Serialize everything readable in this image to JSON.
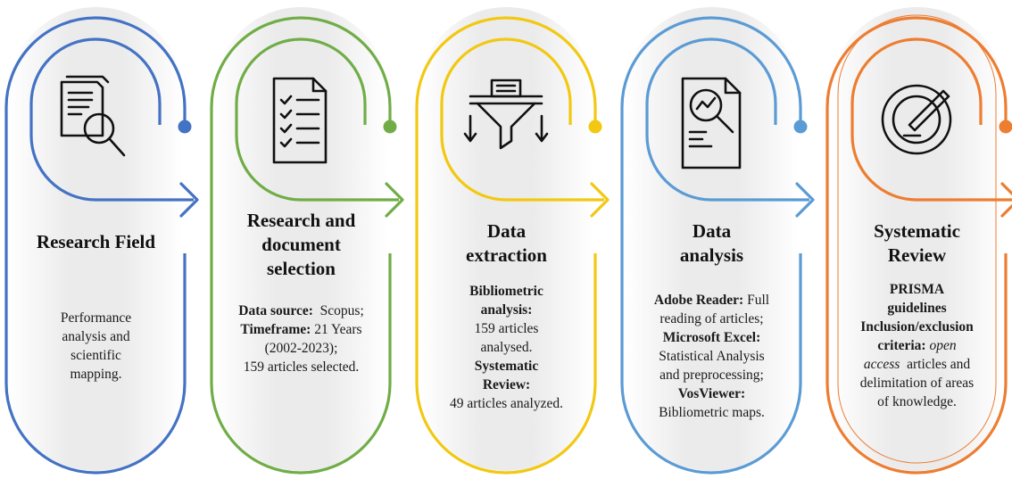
{
  "steps": [
    {
      "id": "research-field",
      "color": "#4472C4",
      "icon": "document-magnifier-icon",
      "title": [
        "Research Field"
      ],
      "desc": [
        [
          {
            "t": "Performance"
          }
        ],
        [
          {
            "t": "analysis and"
          }
        ],
        [
          {
            "t": "scientific"
          }
        ],
        [
          {
            "t": "mapping."
          }
        ]
      ]
    },
    {
      "id": "document-selection",
      "color": "#70AD47",
      "icon": "checklist-icon",
      "title": [
        "Research and",
        "document",
        "selection"
      ],
      "desc": [
        [
          {
            "t": "Data source:",
            "b": true
          },
          {
            "t": "  Scopus;"
          }
        ],
        [
          {
            "t": "Timeframe:",
            "b": true
          },
          {
            "t": " 21 Years"
          }
        ],
        [
          {
            "t": "(2002-2023);"
          }
        ],
        [
          {
            "t": "159 articles selected."
          }
        ]
      ]
    },
    {
      "id": "data-extraction",
      "color": "#F2C811",
      "icon": "filter-funnel-icon",
      "title": [
        "Data",
        "extraction"
      ],
      "desc": [
        [
          {
            "t": "Bibliometric",
            "b": true
          }
        ],
        [
          {
            "t": "analysis:",
            "b": true
          }
        ],
        [
          {
            "t": "159 articles"
          }
        ],
        [
          {
            "t": "analysed."
          }
        ],
        [
          {
            "t": "Systematic",
            "b": true
          }
        ],
        [
          {
            "t": "Review:",
            "b": true
          }
        ],
        [
          {
            "t": "49 articles analyzed."
          }
        ]
      ]
    },
    {
      "id": "data-analysis",
      "color": "#5B9BD5",
      "icon": "report-analysis-icon",
      "title": [
        "Data",
        "analysis"
      ],
      "desc": [
        [
          {
            "t": "Adobe Reader:",
            "b": true
          },
          {
            "t": " Full"
          }
        ],
        [
          {
            "t": "reading of articles;"
          }
        ],
        [
          {
            "t": "Microsoft Excel:",
            "b": true
          }
        ],
        [
          {
            "t": "Statistical Analysis"
          }
        ],
        [
          {
            "t": "and preprocessing;"
          }
        ],
        [
          {
            "t": "VosViewer:",
            "b": true
          }
        ],
        [
          {
            "t": "Bibliometric maps."
          }
        ]
      ]
    },
    {
      "id": "systematic-review",
      "color": "#ED7D31",
      "icon": "target-pencil-icon",
      "title": [
        "Systematic",
        "Review"
      ],
      "desc": [
        [
          {
            "t": "PRISMA",
            "b": true
          }
        ],
        [
          {
            "t": "guidelines",
            "b": true
          }
        ],
        [
          {
            "t": "Inclusion/exclusion",
            "b": true
          }
        ],
        [
          {
            "t": "criteria:",
            "b": true
          },
          {
            "t": " open",
            "i": true
          }
        ],
        [
          {
            "t": "access",
            "i": true
          },
          {
            "t": "  articles and"
          }
        ],
        [
          {
            "t": "delimitation of areas"
          }
        ],
        [
          {
            "t": "of knowledge."
          }
        ]
      ]
    }
  ]
}
